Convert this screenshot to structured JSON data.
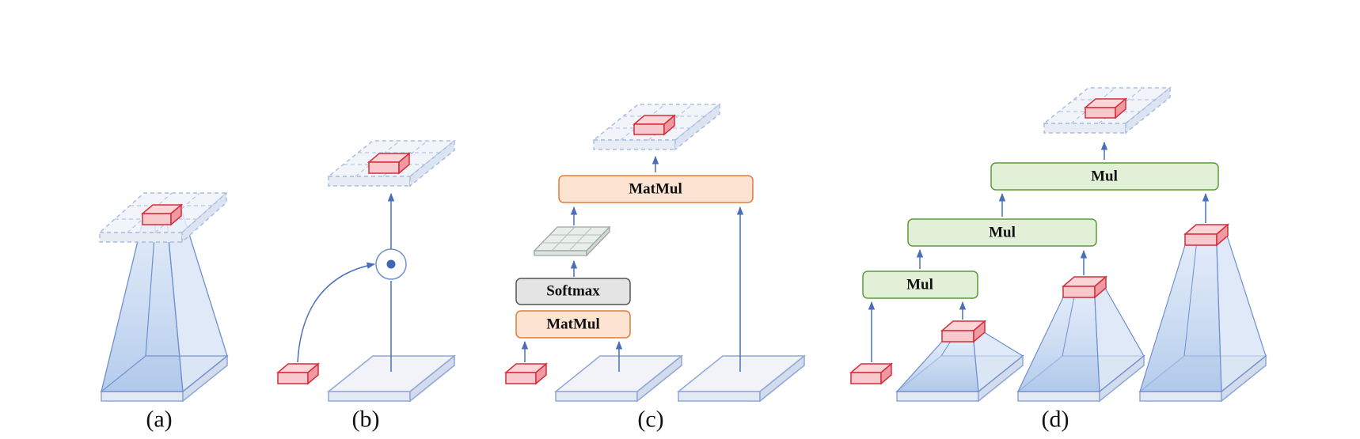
{
  "panels": {
    "a": {
      "caption": "(a)"
    },
    "b": {
      "caption": "(b)"
    },
    "c": {
      "caption": "(c)",
      "matmul_top": "MatMul",
      "softmax": "Softmax",
      "matmul_bottom": "MatMul"
    },
    "d": {
      "caption": "(d)",
      "mul_top": "Mul",
      "mul_mid": "Mul",
      "mul_low": "Mul"
    }
  },
  "colors": {
    "token_fill": "#f8c8cc",
    "token_stroke": "#d32f3a",
    "map_fill": "#f1f3f8",
    "map_stroke": "#8fa8d8",
    "arrow": "#4a6fb8",
    "matmul_fill": "#fde3d2",
    "matmul_stroke": "#e07c3c",
    "softmax_fill": "#e4e4e4",
    "softmax_stroke": "#555555",
    "mul_fill": "#e3f0d8",
    "mul_stroke": "#5c9a3c",
    "field_fill": "#9bbbe6"
  }
}
